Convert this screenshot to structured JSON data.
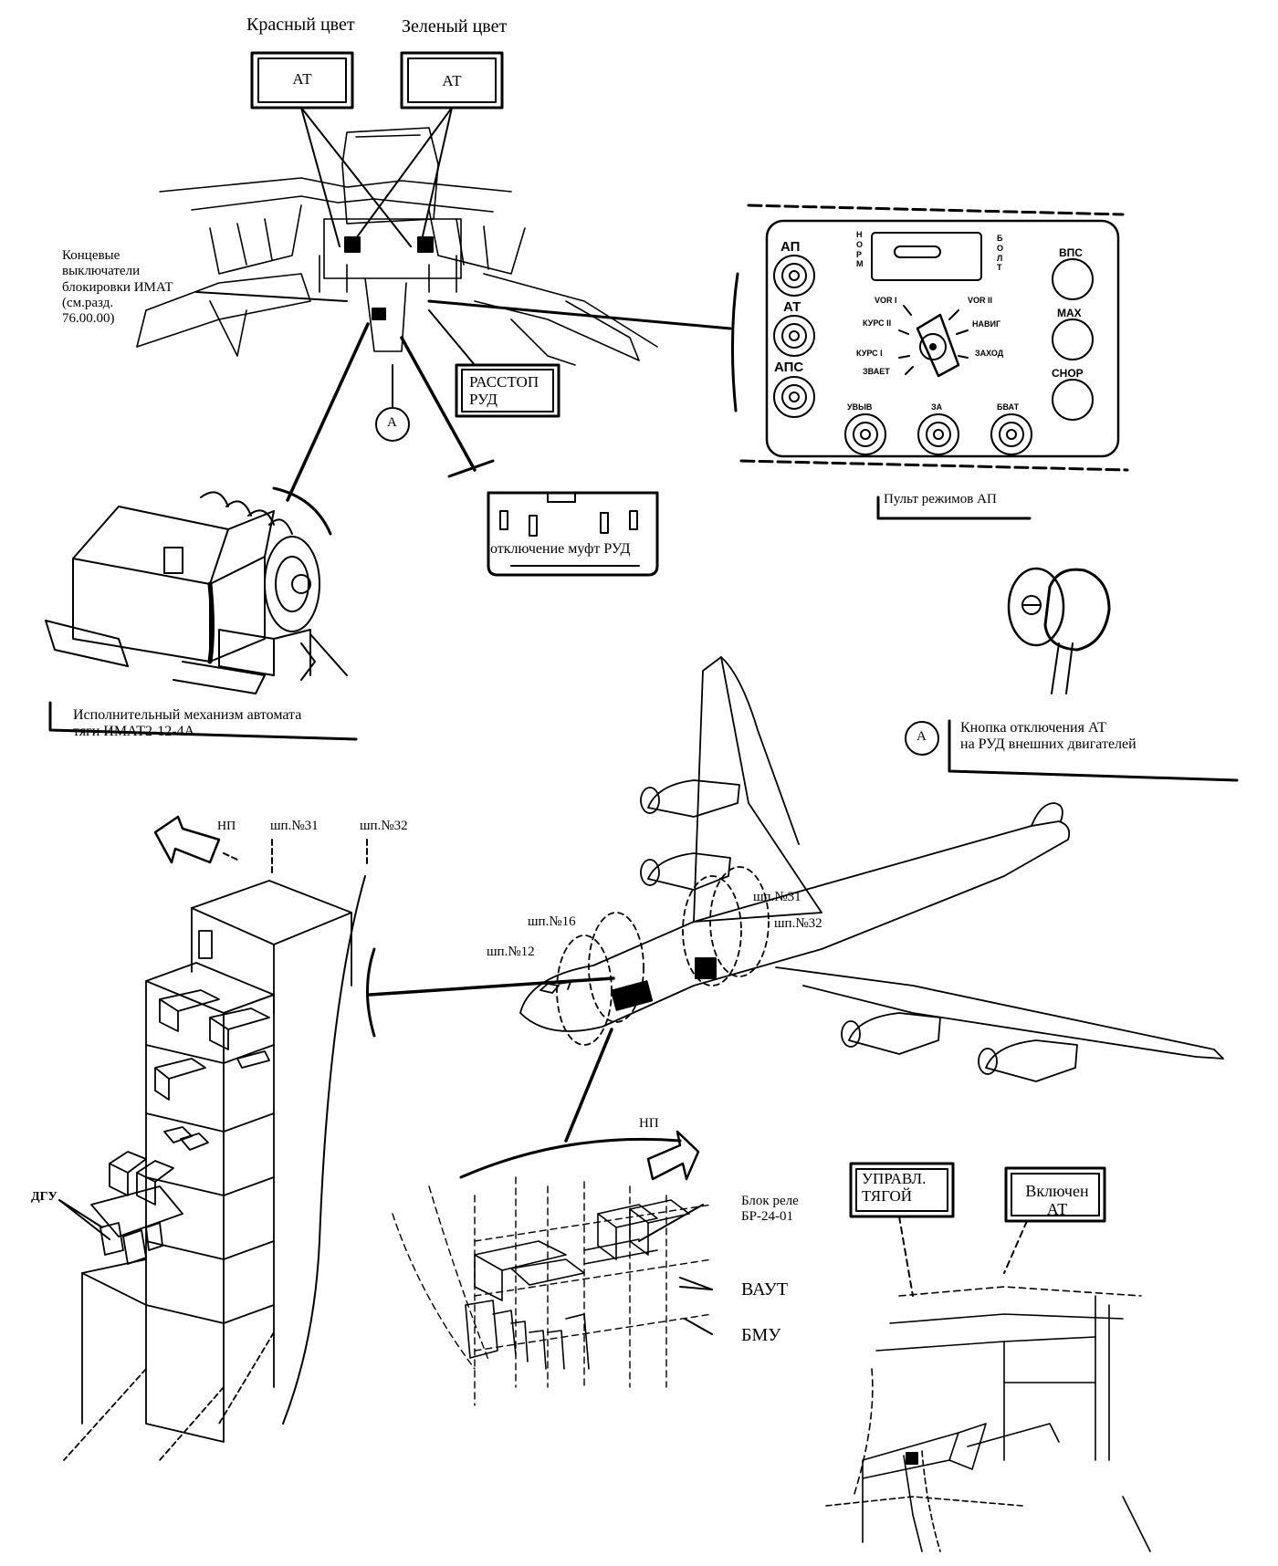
{
  "top": {
    "red_caption": "Красный цвет",
    "green_caption": "Зеленый цвет",
    "red_box": "АТ",
    "green_box": "АТ"
  },
  "cockpit": {
    "limit_switches": "Концевые\nвыключатели\nблокировки ИМАТ\n(см.разд.\n76.00.00)",
    "stop_box": "РАССТОП\nРУД",
    "callout_a": "А",
    "clutch_panel": "отключение муфт РУД"
  },
  "ap_panel": {
    "caption": "Пульт режимов АП",
    "left_buttons": [
      "АП",
      "АТ",
      "АПС"
    ],
    "right_buttons": [
      "ВПС",
      "МАХ",
      "СНОР"
    ],
    "bottom_buttons": [
      "УВЫВ",
      "ЗА",
      "БВАТ"
    ],
    "switch_positions": [
      "VOR I",
      "VOR II",
      "КУРС II",
      "НАВИГ",
      "КУРС I",
      "ЗАХОД",
      "ЗВАЕТ"
    ],
    "side_letters_left": "НОРМ",
    "side_letters_right": "БОЛТ"
  },
  "actuator": {
    "caption": "Исполнительный механизм автомата\nтяги ИМАТ2-12-4А"
  },
  "button_a": {
    "callout": "А",
    "caption": "Кнопка отключения АТ\nна РУД внешних двигателей"
  },
  "aircraft": {
    "frames": [
      "шп.№16",
      "шп.№12",
      "шп.№31",
      "шп.№32"
    ]
  },
  "rack": {
    "np": "НП",
    "frame31": "шп.№31",
    "frame32": "шп.№32",
    "dgu": "ДГУ"
  },
  "relay": {
    "np": "НП",
    "block": "Блок реле\nБР-24-01",
    "vaut": "ВАУТ",
    "bmu": "БМУ"
  },
  "annunciators": {
    "thrust_ctrl": "УПРАВЛ.\nТЯГОЙ",
    "engaged": "Включен\nАТ"
  }
}
